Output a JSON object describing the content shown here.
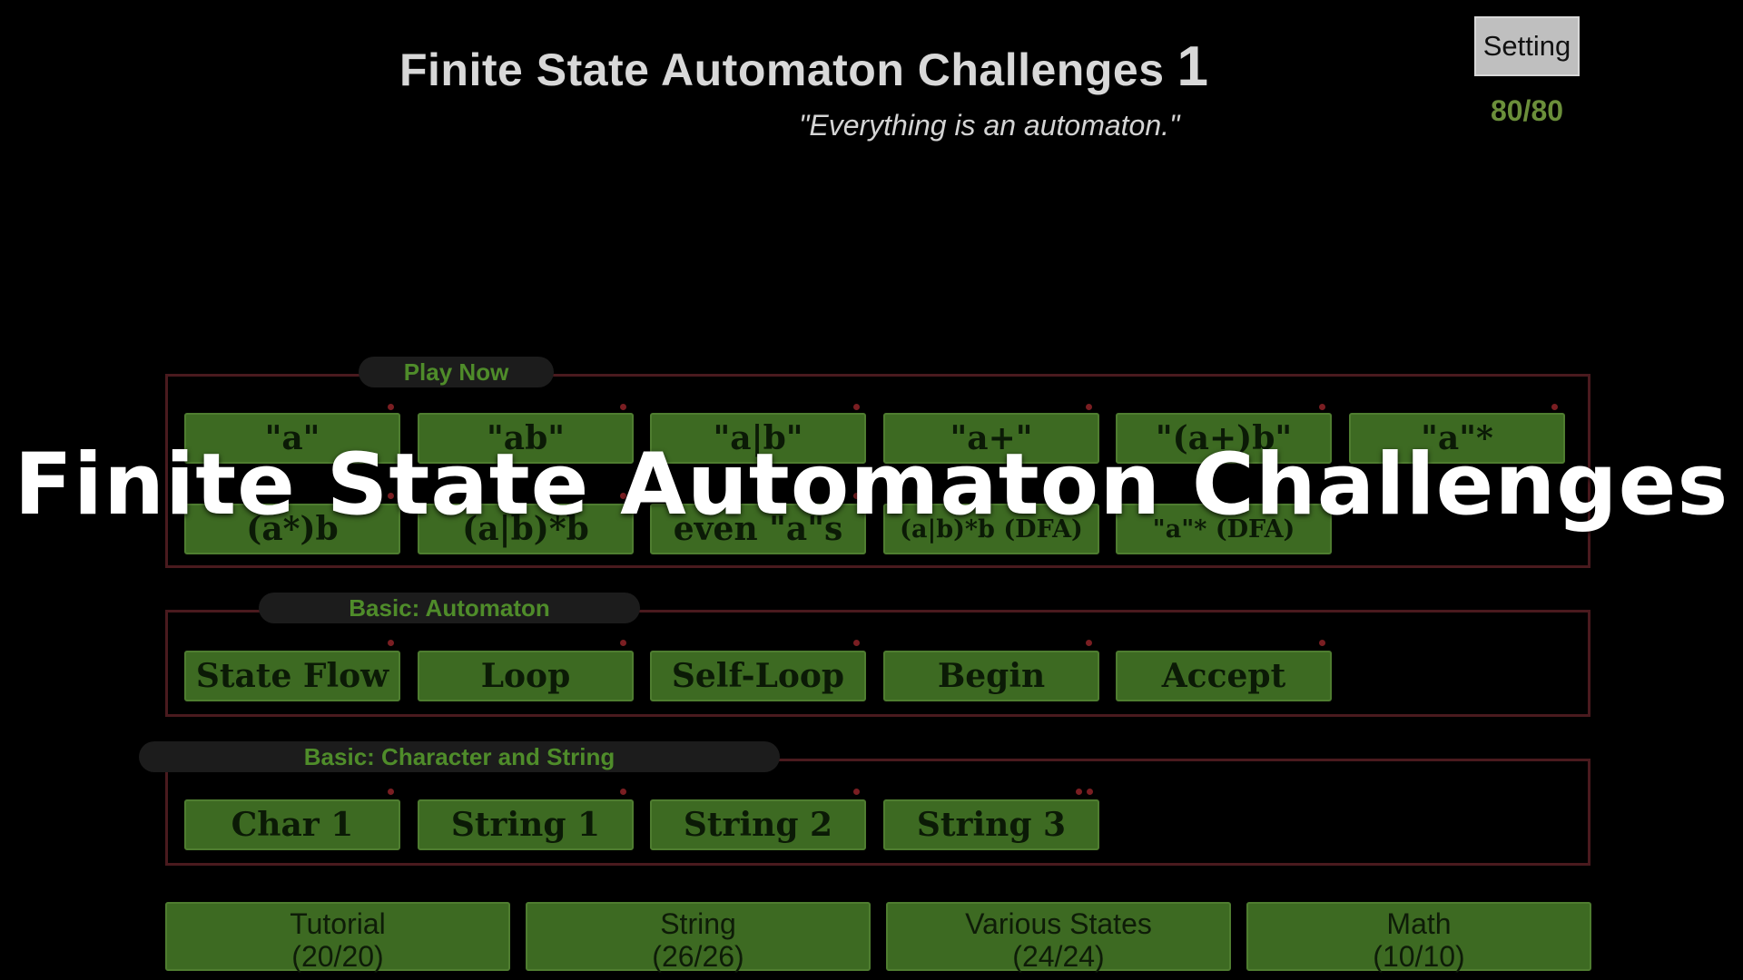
{
  "header": {
    "title": "Finite State Automaton Challenges",
    "title_number": "1",
    "subtitle": "\"Everything is an automaton.\"",
    "setting_label": "Setting",
    "score": "80/80"
  },
  "sections": {
    "play_now": {
      "label": "Play Now",
      "levels": [
        "\"a\"",
        "\"ab\"",
        "\"a|b\"",
        "\"a+\"",
        "\"(a+)b\"",
        "\"a\"*",
        "(a*)b",
        "(a|b)*b",
        "even \"a\"s",
        "(a|b)*b (DFA)",
        "\"a\"* (DFA)"
      ]
    },
    "basic_automaton": {
      "label": "Basic: Automaton",
      "levels": [
        "State Flow",
        "Loop",
        "Self-Loop",
        "Begin",
        "Accept"
      ]
    },
    "basic_char_string": {
      "label": "Basic: Character and String",
      "levels": [
        "Char 1",
        "String 1",
        "String 2",
        "String 3"
      ]
    }
  },
  "categories": [
    {
      "name": "Tutorial",
      "progress": "(20/20)"
    },
    {
      "name": "String",
      "progress": "(26/26)"
    },
    {
      "name": "Various States",
      "progress": "(24/24)"
    },
    {
      "name": "Math",
      "progress": "(10/10)"
    }
  ],
  "overlay_title": "Finite State Automaton Challenges",
  "colors": {
    "background": "#000000",
    "button_green": "#3d6a22",
    "label_green": "#4f8c2a",
    "border_red": "#4a1a1e",
    "overlay_text": "#ffffff"
  }
}
